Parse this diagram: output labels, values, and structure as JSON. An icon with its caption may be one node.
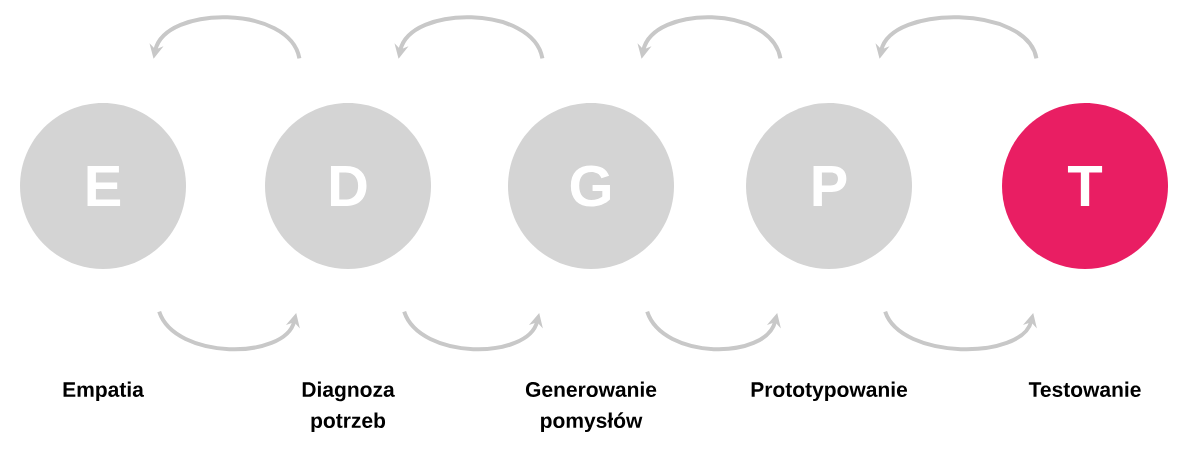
{
  "diagram": {
    "nodes": [
      {
        "text": [
          "E"
        ]
      },
      {
        "text": [
          "D"
        ]
      },
      {
        "text": [
          "G"
        ]
      },
      {
        "text": [
          "P"
        ]
      },
      {
        "text": [
          "T"
        ]
      }
    ],
    "labels": [
      "Empatia",
      "Diagnoza potrzeb",
      "Generowanie pomysłów",
      "Prototypowanie",
      "Testowanie"
    ],
    "edges": [
      {
        "from": 0,
        "to": 1,
        "arrow": "to"
      },
      {
        "from": 1,
        "to": 2,
        "arrow": "to"
      },
      {
        "from": 2,
        "to": 3,
        "arrow": "to"
      },
      {
        "from": 3,
        "to": 4,
        "arrow": "to"
      },
      {
        "from": 1,
        "to": 0,
        "arrow": "to"
      },
      {
        "from": 2,
        "to": 1,
        "arrow": "to"
      },
      {
        "from": 3,
        "to": 2,
        "arrow": "to"
      },
      {
        "from": 4,
        "to": 3,
        "arrow": "to"
      }
    ]
  }
}
